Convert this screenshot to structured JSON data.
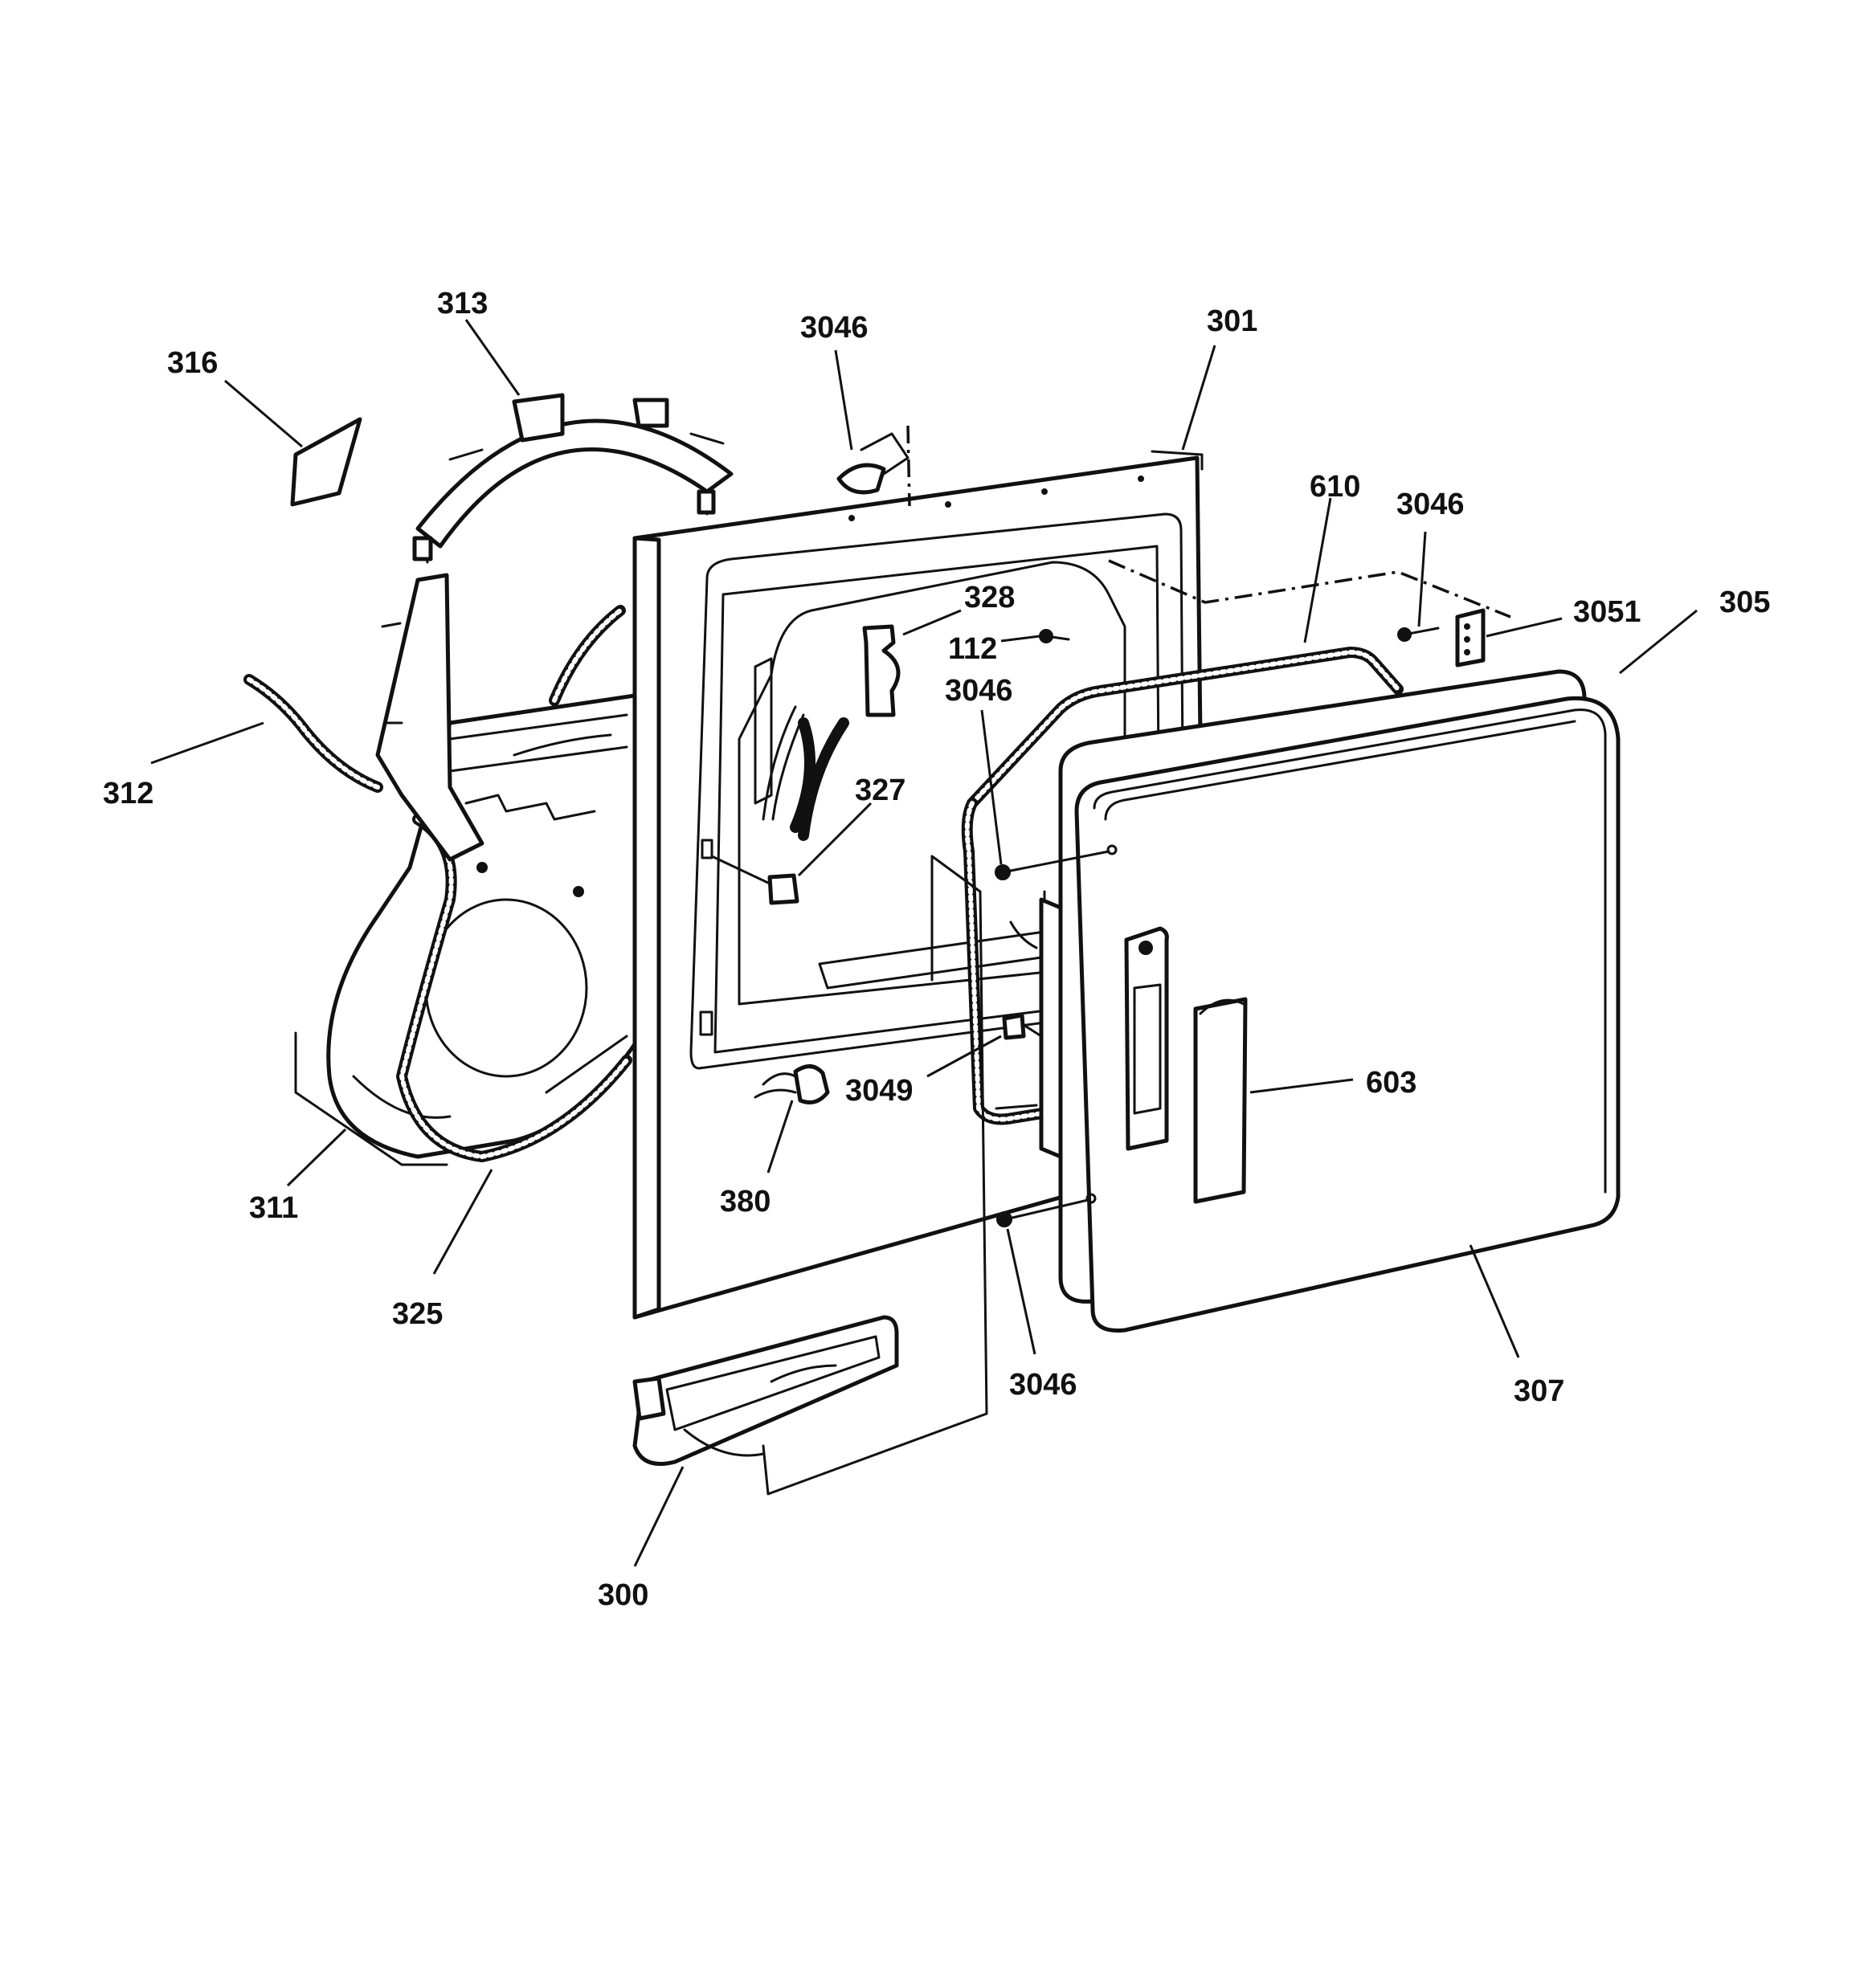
{
  "callouts": {
    "c316": "316",
    "c313": "313",
    "c3046_top": "3046",
    "c301": "301",
    "c610": "610",
    "c3046_right": "3046",
    "c3051": "3051",
    "c305": "305",
    "c328": "328",
    "c112": "112",
    "c3046_mid": "3046",
    "c312": "312",
    "c327": "327",
    "c603": "603",
    "c3049": "3049",
    "c380": "380",
    "c311": "311",
    "c325": "325",
    "c3046_bottom": "3046",
    "c307": "307",
    "c300": "300"
  }
}
